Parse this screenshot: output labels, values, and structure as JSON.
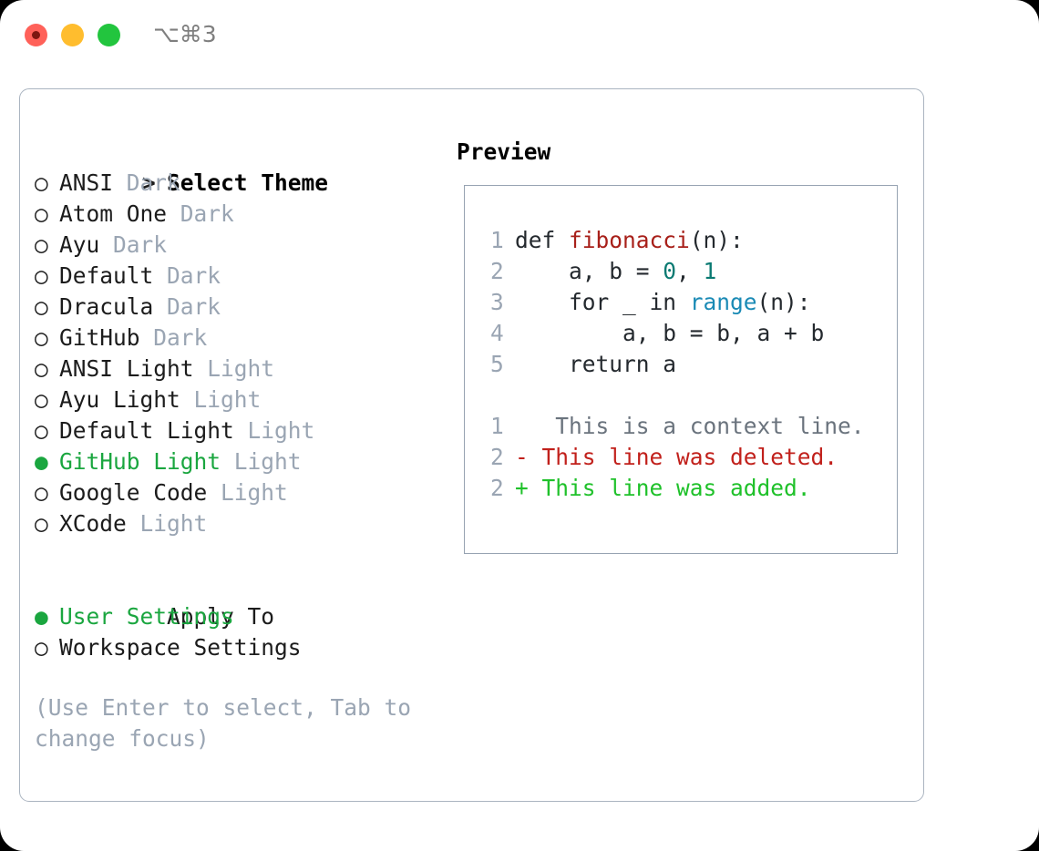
{
  "titlebar": {
    "shortcut": "⌥⌘3",
    "buttons": [
      {
        "name": "close",
        "color": "#ff6159"
      },
      {
        "name": "minimize",
        "color": "#ffbd2e"
      },
      {
        "name": "maximize",
        "color": "#22c53e"
      }
    ]
  },
  "theme_section": {
    "heading_marker": ">",
    "heading": "Select Theme",
    "marker_off": "○",
    "marker_on": "●",
    "items": [
      {
        "name": "ANSI",
        "variant": "Dark",
        "selected": false
      },
      {
        "name": "Atom One",
        "variant": "Dark",
        "selected": false
      },
      {
        "name": "Ayu",
        "variant": "Dark",
        "selected": false
      },
      {
        "name": "Default",
        "variant": "Dark",
        "selected": false
      },
      {
        "name": "Dracula",
        "variant": "Dark",
        "selected": false
      },
      {
        "name": "GitHub",
        "variant": "Dark",
        "selected": false
      },
      {
        "name": "ANSI Light",
        "variant": "Light",
        "selected": false
      },
      {
        "name": "Ayu Light",
        "variant": "Light",
        "selected": false
      },
      {
        "name": "Default Light",
        "variant": "Light",
        "selected": false
      },
      {
        "name": "GitHub Light",
        "variant": "Light",
        "selected": true
      },
      {
        "name": "Google Code",
        "variant": "Light",
        "selected": false
      },
      {
        "name": "XCode",
        "variant": "Light",
        "selected": false
      }
    ]
  },
  "apply_section": {
    "heading": "Apply To",
    "items": [
      {
        "name": "User Settings",
        "selected": true
      },
      {
        "name": "Workspace Settings",
        "selected": false
      }
    ]
  },
  "hint": "(Use Enter to select, Tab to change focus)",
  "preview": {
    "title": "Preview",
    "code_lines": [
      {
        "num": "1",
        "text": "def fibonacci(n):"
      },
      {
        "num": "2",
        "text": "    a, b = 0, 1"
      },
      {
        "num": "3",
        "text": "    for _ in range(n):"
      },
      {
        "num": "4",
        "text": "        a, b = b, a + b"
      },
      {
        "num": "5",
        "text": "    return a"
      }
    ],
    "diff_lines": [
      {
        "num": "1",
        "sign": " ",
        "text": "  This is a context line.",
        "kind": "context"
      },
      {
        "num": "2",
        "sign": "-",
        "text": " This line was deleted.",
        "kind": "deleted"
      },
      {
        "num": "2",
        "sign": "+",
        "text": " This line was added.",
        "kind": "added"
      }
    ]
  },
  "colors": {
    "accent_green": "#1aa63f",
    "muted": "#9aa5b3",
    "border": "#aab4c0",
    "fn": "#a8201a",
    "number": "#0a7a72",
    "call": "#1a8ab5",
    "diff_deleted": "#c1201b",
    "diff_added": "#1fc12a",
    "diff_context": "#6a737d"
  }
}
